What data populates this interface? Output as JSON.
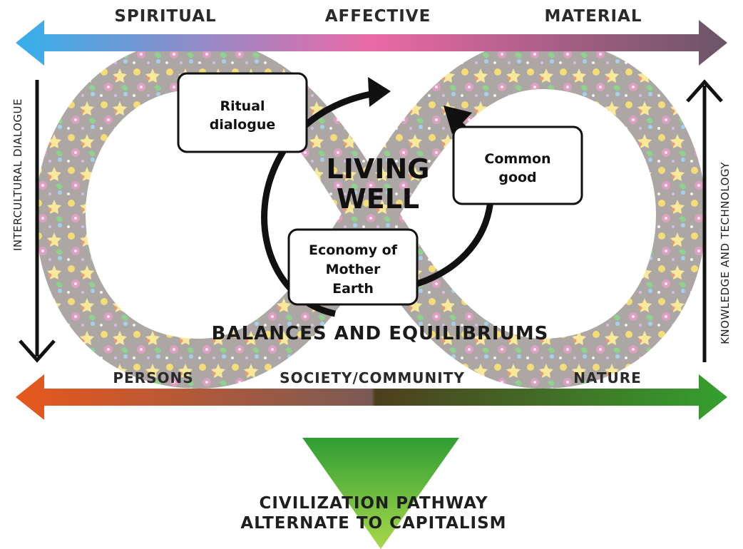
{
  "top_axis": {
    "labels": [
      "SPIRITUAL",
      "AFFECTIVE",
      "MATERIAL"
    ],
    "colors": [
      "#3aaee8",
      "#e86ba8",
      "#6e5a68"
    ]
  },
  "bottom_axis": {
    "labels": [
      "PERSONS",
      "SOCIETY/COMMUNITY",
      "NATURE"
    ],
    "colors": [
      "#e85a1a",
      "#6b4a2a",
      "#3a9a2a"
    ]
  },
  "left_axis": {
    "label": "INTERCULTURAL DIALOGUE",
    "direction": "down"
  },
  "right_axis": {
    "label": "KNOWLEDGE AND TECHNOLOGY",
    "direction": "up"
  },
  "center": {
    "line1": "LIVING",
    "line2": "WELL"
  },
  "boxes": {
    "ritual": {
      "line1": "Ritual",
      "line2": "dialogue"
    },
    "common": {
      "line1": "Common",
      "line2": "good"
    },
    "economy": {
      "line1": "Economy of",
      "line2": "Mother",
      "line3": "Earth"
    }
  },
  "balance_label": "BALANCES AND EQUILIBRIUMS",
  "footer": {
    "line1": "CIVILIZATION PATHWAY",
    "line2": "ALTERNATE TO CAPITALISM"
  },
  "infinity_icons": [
    "star-icon",
    "flower-icon",
    "spiral-icon",
    "sun-icon",
    "moon-icon",
    "leaf-icon",
    "snowflake-icon",
    "heart-icon",
    "cloud-icon",
    "fire-icon",
    "skull-icon",
    "clover-icon"
  ]
}
